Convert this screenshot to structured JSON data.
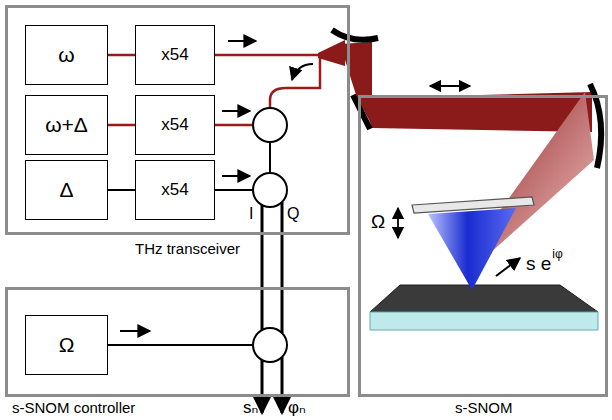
{
  "diagram": {
    "nodes": [
      {
        "text": [
          "THz transceiver"
        ]
      },
      {
        "text": [
          "ω"
        ],
        "in": 0
      },
      {
        "text": [
          "x54"
        ],
        "in": 0
      },
      {
        "text": [
          "ω+Δ"
        ],
        "in": 0
      },
      {
        "text": [
          "x54"
        ],
        "in": 0
      },
      {
        "text": [
          "Δ"
        ],
        "in": 0
      },
      {
        "text": [
          "x54"
        ],
        "in": 0
      },
      {
        "text": [
          "s-SNOM controller"
        ]
      },
      {
        "text": [
          "Ω"
        ],
        "in": 7
      },
      {
        "text": [
          "s-SNOM"
        ]
      }
    ],
    "edges": [
      {
        "from": 1,
        "to": 2,
        "arrow": "none"
      },
      {
        "from": 3,
        "to": 4,
        "arrow": "none"
      },
      {
        "from": 5,
        "to": 6,
        "arrow": "none"
      }
    ],
    "labels": [
      "I",
      "Q",
      "sₙ",
      "φₙ",
      "Ω",
      "s e",
      "iφ"
    ]
  }
}
